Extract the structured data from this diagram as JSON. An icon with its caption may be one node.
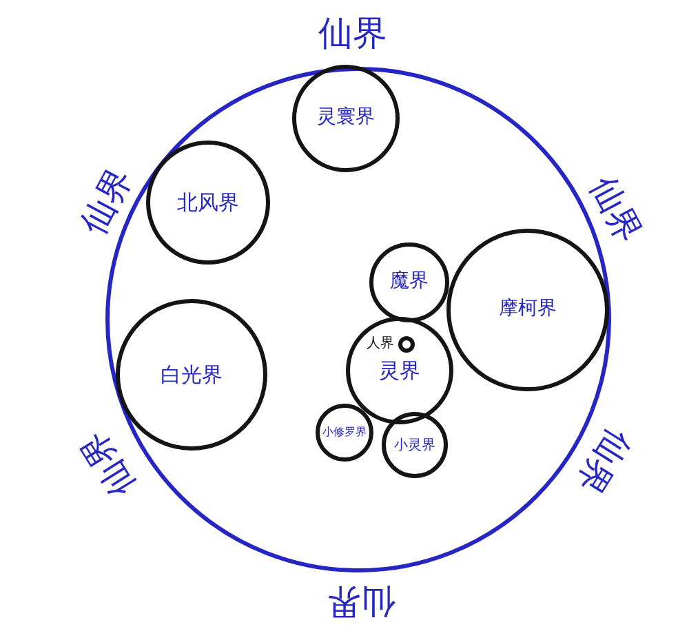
{
  "diagram": {
    "nodes": [
      {
        "text": [
          "仙界",
          "仙界",
          "仙界",
          "仙界",
          "仙界",
          "仙界"
        ]
      },
      {
        "text": [
          "灵寰界"
        ],
        "in": 0
      },
      {
        "text": [
          "北风界"
        ],
        "in": 0
      },
      {
        "text": [
          "魔界"
        ],
        "in": 0
      },
      {
        "text": [
          "摩柯界"
        ],
        "in": 0
      },
      {
        "text": [
          "白光界"
        ],
        "in": 0
      },
      {
        "text": [
          "灵界"
        ],
        "in": 0
      },
      {
        "text": [
          "人界"
        ],
        "in": 6
      },
      {
        "text": [
          "小修罗界"
        ],
        "in": 0
      },
      {
        "text": [
          "小灵界"
        ],
        "in": 0
      }
    ]
  }
}
